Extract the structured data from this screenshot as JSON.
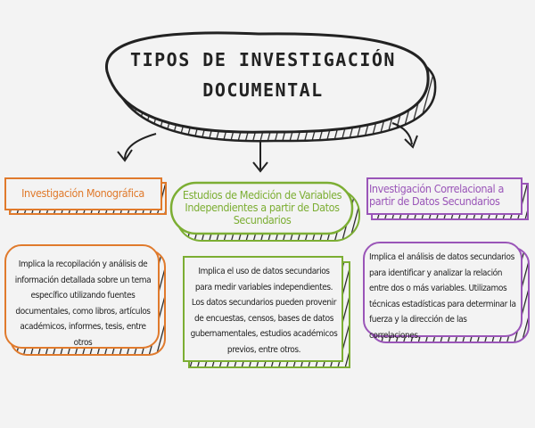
{
  "title": "TIPOS DE INVESTIGACIÓN DOCUMENTAL",
  "colors": {
    "orange": "#e07a2c",
    "green": "#7cae33",
    "purple": "#9a55b8",
    "outline": "#222222",
    "background": "#f3f3f3"
  },
  "branches": [
    {
      "heading": "Investigación Monográfica",
      "text": "Implica la recopilación y análisis de información detallada sobre un tema específico utilizando fuentes documentales, como  libros, artículos académicos, informes, tesis, entre otros"
    },
    {
      "heading": "Estudios de Medición de Variables Independientes a partir de Datos Secundarios",
      "text": "Implica el uso de datos secundarios para medir variables independientes. Los datos secundarios pueden provenir de encuestas, censos, bases de datos gubernamentales, estudios académicos previos, entre otros."
    },
    {
      "heading": "Investigación Correlacional a partir de Datos Secundarios",
      "text": "Implica el análisis de datos secundarios para identificar y analizar la relación entre dos o más variables. Utilizamos técnicas estadísticas para determinar la fuerza y la dirección de las correlaciones."
    }
  ]
}
